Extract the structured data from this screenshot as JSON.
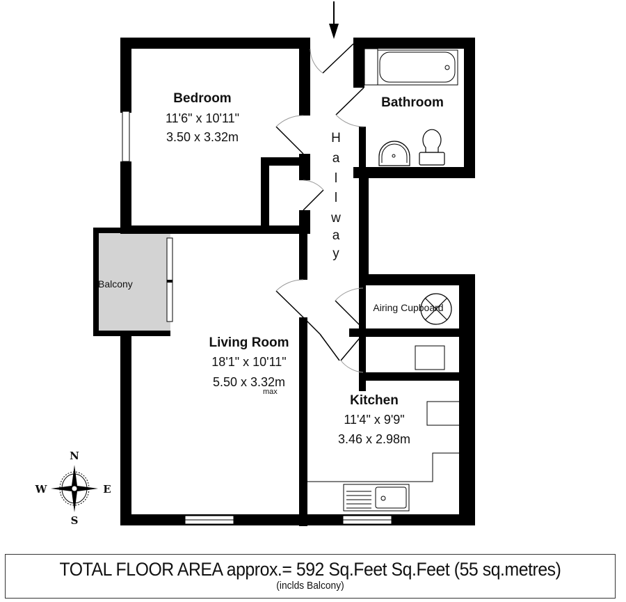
{
  "floorplan": {
    "entrance_arrow": "entrance-arrow",
    "rooms": {
      "bedroom": {
        "name": "Bedroom",
        "dim_imperial": "11'6\" x 10'11\"",
        "dim_metric": "3.50 x 3.32m"
      },
      "bathroom": {
        "name": "Bathroom"
      },
      "hallway": {
        "name": "Hallway",
        "letters": [
          "H",
          "a",
          "l",
          "l",
          "w",
          "a",
          "y"
        ]
      },
      "balcony": {
        "name": "Balcony"
      },
      "living_room": {
        "name": "Living Room",
        "dim_imperial": "18'1\" x 10'11\"",
        "dim_metric": "5.50 x 3.32m",
        "note": "max"
      },
      "airing_cupboard": {
        "name": "Airing Cupboard"
      },
      "kitchen": {
        "name": "Kitchen",
        "dim_imperial": "11'4\" x 9'9\"",
        "dim_metric": "3.46 x 2.98m"
      }
    },
    "compass": {
      "north": "N",
      "south": "S",
      "east": "E",
      "west": "W"
    },
    "colors": {
      "wall": "#000000",
      "balcony_fill": "#d3d3d3",
      "background": "#ffffff"
    }
  },
  "footer": {
    "total_area": "TOTAL FLOOR AREA approx.= 592 Sq.Feet Sq.Feet (55 sq.metres)",
    "note": "(inclds Balcony)"
  }
}
